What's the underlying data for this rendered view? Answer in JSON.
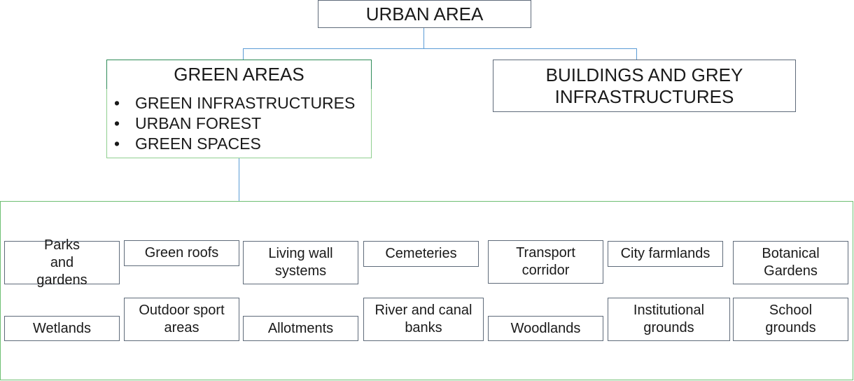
{
  "root": {
    "label": "URBAN AREA"
  },
  "green_areas": {
    "title": "GREEN AREAS",
    "items": [
      "GREEN INFRASTRUCTURES",
      "URBAN FOREST",
      "GREEN SPACES"
    ]
  },
  "grey": {
    "label": "BUILDINGS AND GREY INFRASTRUCTURES"
  },
  "categories": {
    "row1": [
      "Parks and gardens",
      "Green roofs",
      "Living wall systems",
      "Cemeteries",
      "Transport corridor",
      "City farmlands",
      "Botanical Gardens"
    ],
    "row2": [
      "Wetlands",
      "Outdoor sport areas",
      "Allotments",
      "River and canal banks",
      "Woodlands",
      "Institutional grounds",
      "School grounds"
    ]
  },
  "colors": {
    "connector": "#5b9bd5",
    "green_border": "#2e8b57",
    "frame_border": "#6fbf73",
    "box_border": "#5f6b7a"
  }
}
